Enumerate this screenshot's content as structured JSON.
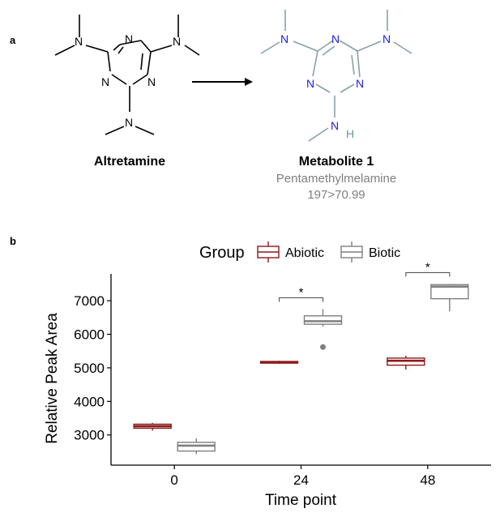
{
  "panel_a": {
    "label": "a",
    "compound_left": "Altretamine",
    "compound_right": "Metabolite 1",
    "compound_right_sub": "Pentamethylmelamine",
    "compound_right_transition": "197>70.99",
    "atoms": {
      "N": "N",
      "H": "H"
    },
    "colors": {
      "bond": "#000000",
      "meta_bond": "#8aa0a8",
      "meta_N": "#2020e0",
      "meta_H": "#6a9898"
    }
  },
  "panel_b": {
    "label": "b"
  },
  "chart_data": {
    "type": "boxplot",
    "xlabel": "Time point",
    "ylabel": "Relative Peak Area",
    "categories": [
      "0",
      "24",
      "48"
    ],
    "yticks": [
      3000,
      4000,
      5000,
      6000,
      7000
    ],
    "ylim": [
      2100,
      7800
    ],
    "legend": {
      "title": "Group",
      "placement": "top",
      "entries": [
        "Abiotic",
        "Biotic"
      ]
    },
    "series": [
      {
        "name": "Abiotic",
        "color": "#8b1a1a",
        "boxes": [
          {
            "x": "0",
            "whisker_low": 3130,
            "q1": 3200,
            "median": 3260,
            "q3": 3320,
            "whisker_high": 3360,
            "outliers": []
          },
          {
            "x": "24",
            "whisker_low": 5120,
            "q1": 5140,
            "median": 5170,
            "q3": 5190,
            "whisker_high": 5210,
            "outliers": []
          },
          {
            "x": "48",
            "whisker_low": 4950,
            "q1": 5080,
            "median": 5210,
            "q3": 5290,
            "whisker_high": 5360,
            "outliers": []
          }
        ]
      },
      {
        "name": "Biotic",
        "color": "#7f7f7f",
        "boxes": [
          {
            "x": "0",
            "whisker_low": 2430,
            "q1": 2520,
            "median": 2680,
            "q3": 2780,
            "whisker_high": 2900,
            "outliers": []
          },
          {
            "x": "24",
            "whisker_low": 6230,
            "q1": 6300,
            "median": 6390,
            "q3": 6550,
            "whisker_high": 6750,
            "outliers": [
              5620
            ]
          },
          {
            "x": "48",
            "whisker_low": 6680,
            "q1": 7060,
            "median": 7420,
            "q3": 7480,
            "whisker_high": 7500,
            "outliers": []
          }
        ]
      }
    ],
    "significance": [
      {
        "x": "24",
        "label": "*"
      },
      {
        "x": "48",
        "label": "*"
      }
    ]
  }
}
